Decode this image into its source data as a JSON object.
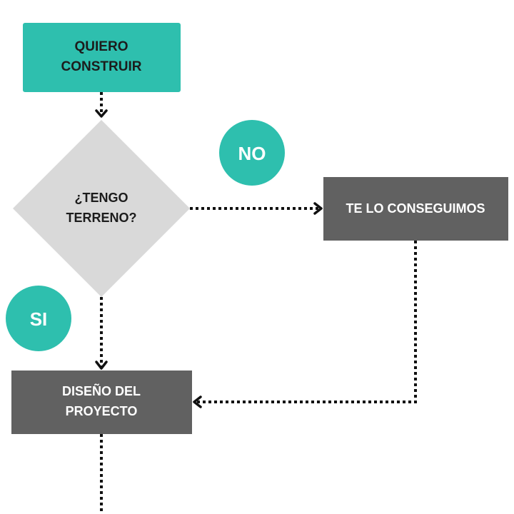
{
  "colors": {
    "teal": "#2ebfae",
    "dark_gray": "#616161",
    "light_gray": "#d9d9d9",
    "text_dark": "#1c1c1c",
    "text_light": "#ffffff",
    "connector": "#111111"
  },
  "nodes": {
    "start": {
      "line1": "QUIERO",
      "line2": "CONSTRUIR"
    },
    "decision": {
      "line1": "¿TENGO",
      "line2": "TERRENO?"
    },
    "get_land": {
      "label": "TE LO CONSEGUIMOS"
    },
    "design": {
      "line1": "DISEÑO DEL",
      "line2": "PROYECTO"
    }
  },
  "badges": {
    "no": "NO",
    "yes": "SI"
  }
}
